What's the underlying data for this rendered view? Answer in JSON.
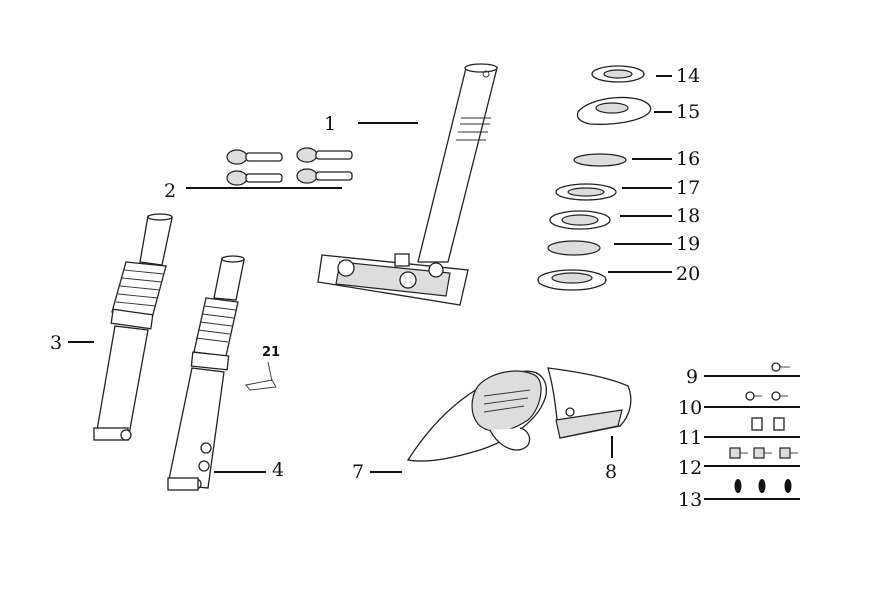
{
  "diagram": {
    "callouts": [
      {
        "id": "1",
        "label": "1"
      },
      {
        "id": "2",
        "label": "2"
      },
      {
        "id": "3",
        "label": "3"
      },
      {
        "id": "4",
        "label": "4"
      },
      {
        "id": "7",
        "label": "7"
      },
      {
        "id": "8",
        "label": "8"
      },
      {
        "id": "9",
        "label": "9"
      },
      {
        "id": "10",
        "label": "10"
      },
      {
        "id": "11",
        "label": "11"
      },
      {
        "id": "12",
        "label": "12"
      },
      {
        "id": "13",
        "label": "13"
      },
      {
        "id": "14",
        "label": "14"
      },
      {
        "id": "15",
        "label": "15"
      },
      {
        "id": "16",
        "label": "16"
      },
      {
        "id": "17",
        "label": "17"
      },
      {
        "id": "18",
        "label": "18"
      },
      {
        "id": "19",
        "label": "19"
      },
      {
        "id": "20",
        "label": "20"
      },
      {
        "id": "21",
        "label": "21"
      }
    ]
  }
}
